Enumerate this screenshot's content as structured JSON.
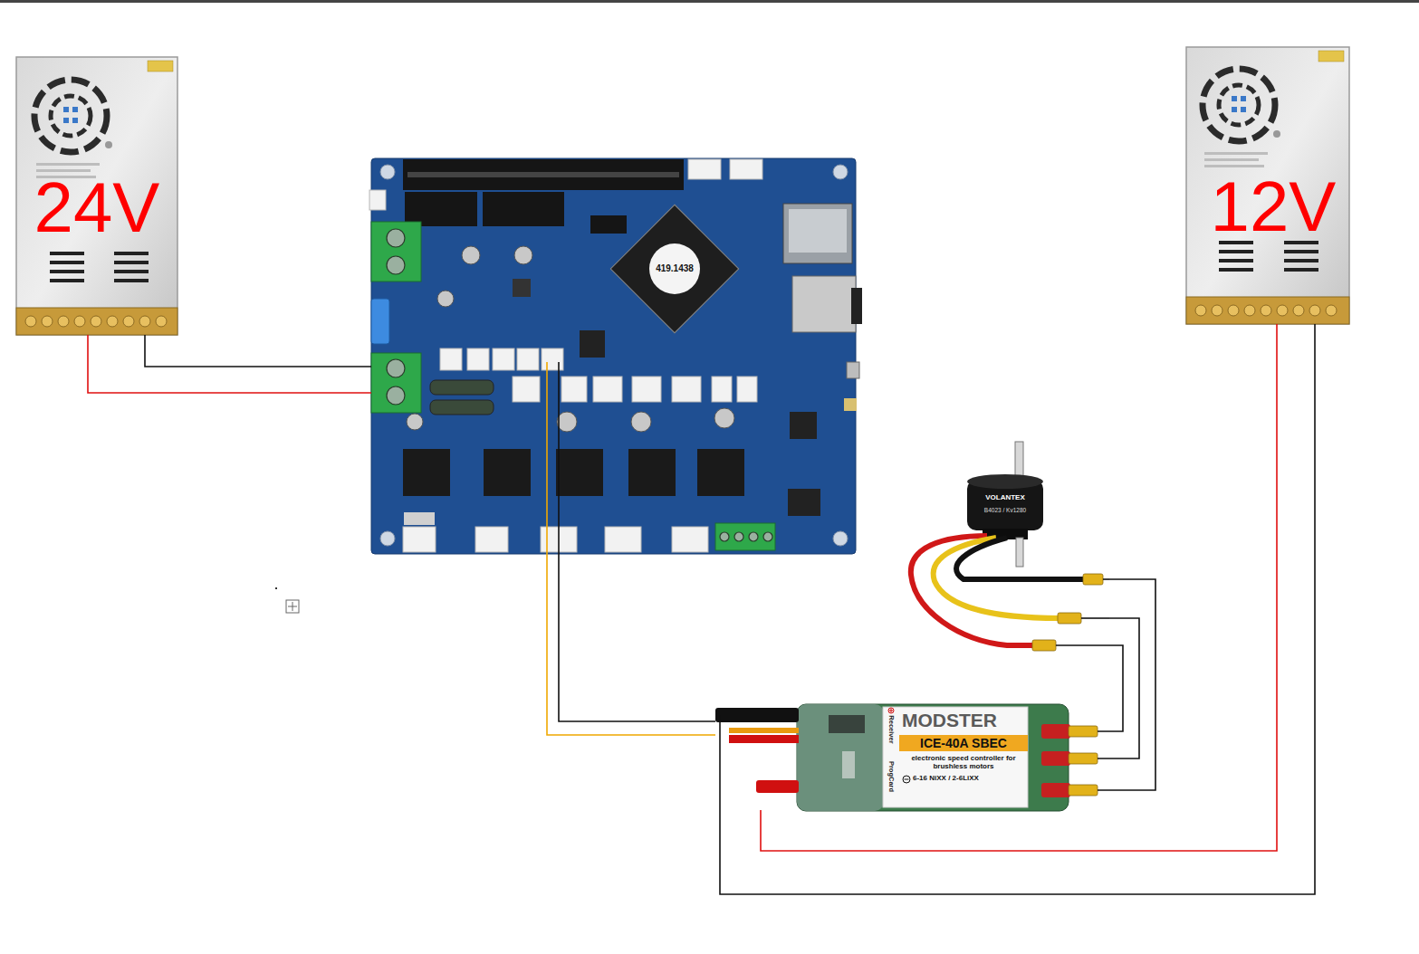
{
  "diagram": {
    "nodes": [
      {
        "text": [
          "24V"
        ]
      },
      {
        "text": [
          "419.1438"
        ]
      },
      {
        "text": [
          "12V"
        ]
      },
      {
        "text": [
          "VOLANTEX",
          "B4023 / Kv1280"
        ]
      },
      {
        "text": [
          "MODSTER",
          "ICE-40A SBEC",
          "electronic speed controller for brushless motors",
          "6-16 NiXX / 2-6LiXX",
          "Receiver",
          "ProgCard"
        ]
      }
    ],
    "edges": [
      {
        "from": 0,
        "to": 1,
        "arrow": "none"
      },
      {
        "from": 0,
        "to": 1,
        "arrow": "none"
      },
      {
        "from": 1,
        "to": 4,
        "arrow": "none"
      },
      {
        "from": 1,
        "to": 4,
        "arrow": "none"
      },
      {
        "from": 4,
        "to": 3,
        "arrow": "none"
      },
      {
        "from": 4,
        "to": 3,
        "arrow": "none"
      },
      {
        "from": 4,
        "to": 3,
        "arrow": "none"
      },
      {
        "from": 2,
        "to": 4,
        "arrow": "none"
      },
      {
        "from": 2,
        "to": 4,
        "arrow": "none"
      }
    ]
  }
}
